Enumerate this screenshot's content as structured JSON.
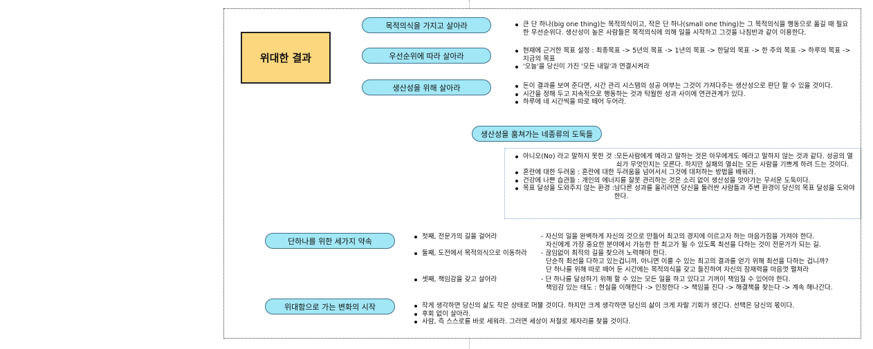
{
  "title": "위대한 결과",
  "sections": [
    {
      "label": "목적의식을 가지고 살아라",
      "bullets": [
        "큰 단 하나(big one thing)는 목적의식이고, 작은 단 하나(small one thing)는 그 목적의식을 행동으로 옮길 때 필요한 우선순위다. 생산성이 높은 사람들은 목적의식에 의해 일을 시작하고 그것을 나침반과 같이 이용한다."
      ]
    },
    {
      "label": "우선순위에 따라 살아라",
      "bullets": [
        "현재에 근거한 목표 설정 : 최종목표 -> 5년의 목표 -> 1년의 목표 -> 한달의 목표 -> 한 주의 목표 -> 하루의 목표 -> 지금의 목표",
        "'오늘'을 당신이 가진 '모든 내일'과 연결시켜라"
      ]
    },
    {
      "label": "생산성을 위해 살아라",
      "bullets": [
        "돈이 결과를 보여 준다면, 시간 관리 시스템의 성공 여부는 그것이 가져다주는 생산성으로 판단 할 수 있을 것이다.",
        "시간을 정해 두고 지속적으로 행동하는 것과 탁월한 성과 사이에 연관관계가 있다.",
        "하루에 네 시간씩을 따로 떼어 두어라."
      ]
    }
  ],
  "thieves": {
    "label": "생산성을 훔쳐가는 네종류의 도둑들",
    "items": [
      {
        "key": "아니오(No) 라고 말하지 못한 것 : ",
        "text": "모든사람에게 예라고 말하는 것은 아무에게도 예라고 말하지 않는 것과 같다. 성공의 열쇠가 무엇인지는 모른다. 하지만 실패의 열쇠는 모든 사람을 기쁘게 하려 드는 것이다."
      },
      {
        "key": "",
        "text": "혼란에 대한 두려움 : 혼란에 대한 두려움을 넘어서서 그것에 대처하는 방법을 배워라."
      },
      {
        "key": "",
        "text": "건강에 나쁜 습관들 : 개인의 에너지를 잘못 관리하는 것은 소리 없이 생산성을 앗아가는 무서운 도둑이다."
      },
      {
        "key": "목표 달성을 도와주지 않는 환경 : ",
        "text": "남다른 성과를 올리려면 당신을 둘러싼 사람들과 주변 환경이 당신의 목표 달성을 도와야 한다."
      }
    ]
  },
  "promises": {
    "label": "단하나를 위한 세가지 약속",
    "items": [
      {
        "title": "첫째, 전문가의 길을 걸어라",
        "line1": "- 자신의 일을 완벽하게 자신의 것으로 만들어 최고의 경지에 이르고자 하는 마음가짐을 가져야 한다.",
        "line2": "자신에게 가장 중요한 분야에서 가능한 한 최고가 될 수 있도록 최선을 다하는 것이 전문가가 되는 길."
      },
      {
        "title": "둘째, 도전에서 목적의식으로 이동하라",
        "line1": "- 끊임없이 최적의 길을 찾으려 노력해야 한다.",
        "line2": "단순히 최선을 다하고 있는겁니까, 아니면 이룰 수 있는 최고의 결과를 얻기 위해 최선을 다하는 겁니까?",
        "line3": "단 하나를 위해 따로 떼어 둔 시간에는 목적의식을 갖고 들진하여 자신의 잠재력을 마음껏 펼쳐라"
      },
      {
        "title": "셋째, 책임감을 갖고 살아라",
        "line1": "- 단 하나를 달성하기 위해 할 수 있는 모든 일을 하고 있다고 기꺼이 책임질 수 있어야 한다.",
        "line2": "책임감 있는 태도 : 현실을 이해한다 -> 인정한다 -> 책임을 진다 -> 해결책을 찾는다 -> 계속 해나간다."
      }
    ]
  },
  "change": {
    "label": "위대함으로 가는 변화의 시작",
    "bullets": [
      "작게 생각하면 당신의 삶도 작은 상태로 머물 것이다. 하지만 크게 생각하면 당신의 삶이 크게 자랄 기회가 생긴다. 선택은 당신의 몫이다.",
      "후회 없이 살아라.",
      "사람, 즉 스스로를 바로 세워라. 그러면 세상이 저절로 제자리를 찾을 것이다."
    ]
  },
  "colors": {
    "pill_fill": "#a2e7f6",
    "title_fill": "#fcd77e"
  }
}
